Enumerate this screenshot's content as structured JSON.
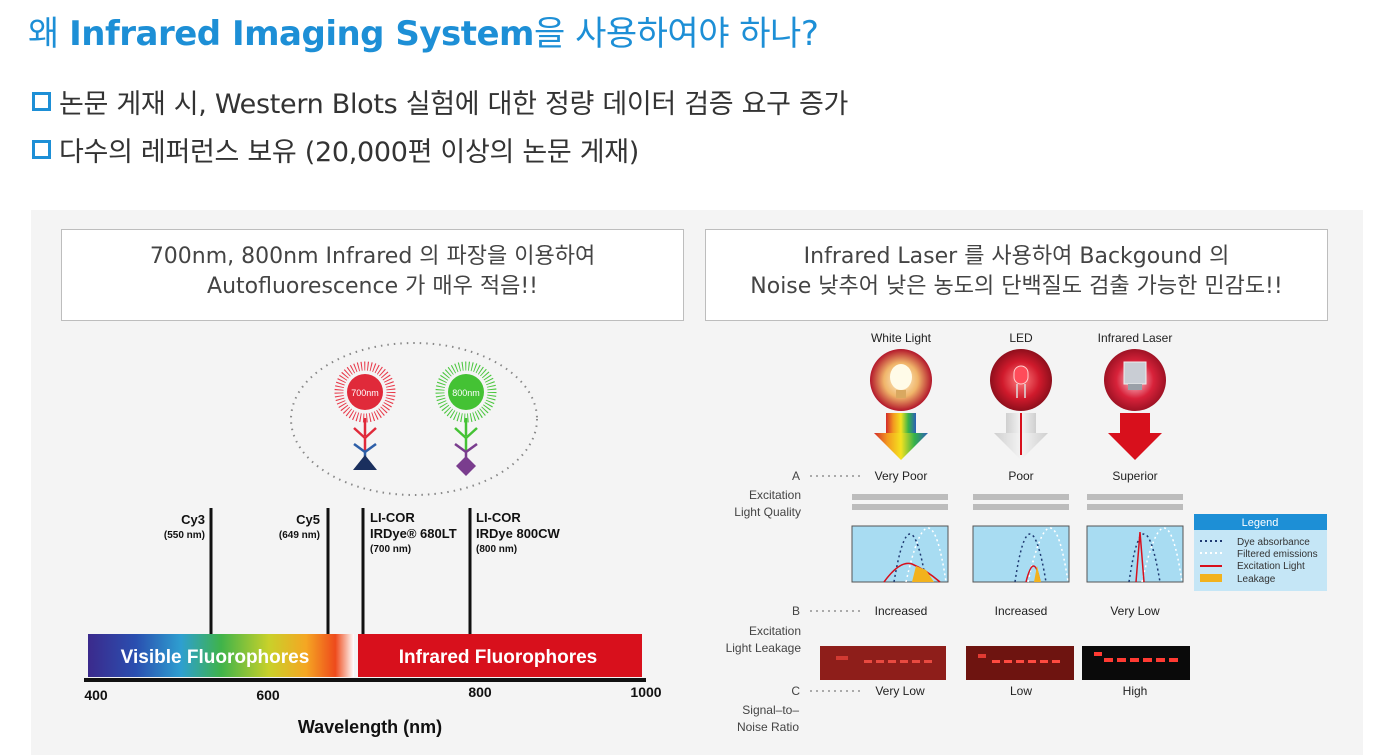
{
  "header": {
    "title_prefix": "왜 ",
    "title_brand": "Infrared Imaging System",
    "title_suffix": "을 사용하여야 하나?",
    "bullets": [
      "논문 게재 시, Western Blots 실험에 대한 정량 데이터 검증 요구 증가",
      "다수의 레퍼런스 보유 (20,000편 이상의 논문 게재)"
    ]
  },
  "left_panel": {
    "callout_line1": "700nm, 800nm Infrared 의 파장을 이용하여",
    "callout_line2": "Autofluorescence 가 매우 적음!!",
    "bubble_700": "700nm",
    "bubble_800": "800nm",
    "markers": [
      {
        "name": "Cy3",
        "sub": "(550 nm)"
      },
      {
        "name": "Cy5",
        "sub": "(649 nm)"
      },
      {
        "name": "LI-COR",
        "line2": "IRDye® 680LT",
        "sub": "(700 nm)"
      },
      {
        "name": "LI-COR",
        "line2": "IRDye 800CW",
        "sub": "(800 nm)"
      }
    ],
    "visible_label": "Visible Fluorophores",
    "infrared_label": "Infrared Fluorophores",
    "axis_ticks": [
      "400",
      "600",
      "800",
      "1000"
    ],
    "axis_title": "Wavelength (nm)",
    "colors": {
      "infrared": "#d8101c",
      "visible_start": "#3b2a8c"
    }
  },
  "right_panel": {
    "callout_line1": "Infrared Laser 를 사용하여 Backgound 의",
    "callout_line2": "Noise 낮추어 낮은 농도의 단백질도 검출 가능한 민감도!!",
    "sources": [
      "White Light",
      "LED",
      "Infrared Laser"
    ],
    "row_a": {
      "letter": "A",
      "label_line1": "Excitation",
      "label_line2": "Light Quality",
      "values": [
        "Very Poor",
        "Poor",
        "Superior"
      ]
    },
    "row_b": {
      "letter": "B",
      "label_line1": "Excitation",
      "label_line2": "Light Leakage",
      "values": [
        "Increased",
        "Increased",
        "Very Low"
      ]
    },
    "row_c": {
      "letter": "C",
      "label_line1": "Signal–to–",
      "label_line2": "Noise Ratio",
      "values": [
        "Very Low",
        "Low",
        "High"
      ]
    },
    "legend": {
      "title": "Legend",
      "items": [
        "Dye absorbance",
        "Filtered emissions",
        "Excitation Light",
        "Leakage"
      ]
    },
    "colors": {
      "legend_bg": "#c5e6f6",
      "legend_title_bg": "#1d8fd6",
      "graph_bg": "#a8dcf2"
    }
  }
}
